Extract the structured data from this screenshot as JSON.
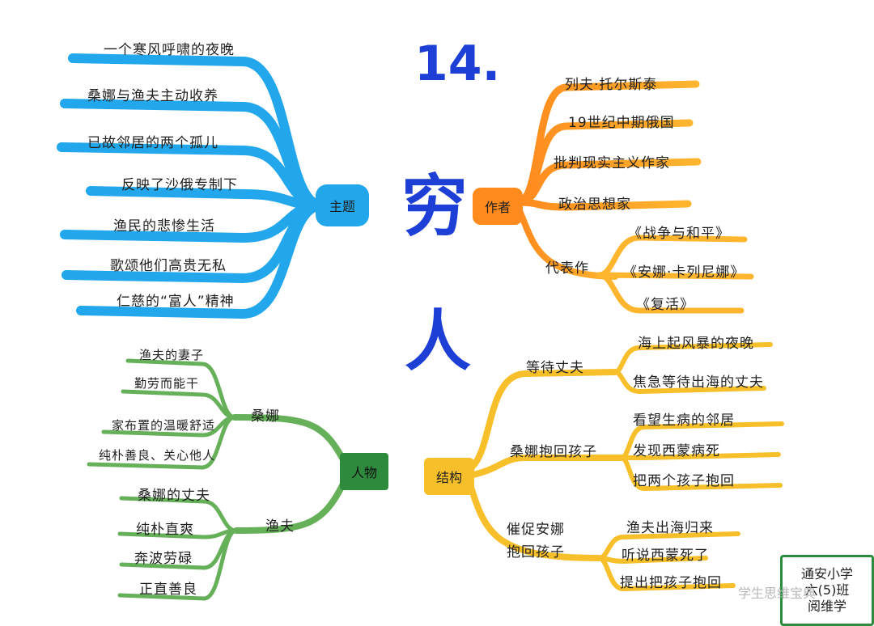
{
  "title": {
    "number": "14.",
    "chars": [
      "穷",
      "人"
    ]
  },
  "colors": {
    "title": "#1d3fd6",
    "theme_branch": "#22a7ec",
    "author_branch_start": "#ff8a1e",
    "author_branch_end": "#ffb52e",
    "structure_branch": "#f7bf2a",
    "characters_branch": "#66b05a",
    "characters_hub": "#2e8b3e"
  },
  "theme": {
    "hub": "主题",
    "items": [
      "一个寒风呼啸的夜晚",
      "桑娜与渔夫主动收养",
      "已故邻居的两个孤儿",
      "反映了沙俄专制下",
      "渔民的悲惨生活",
      "歌颂他们高贵无私",
      "仁慈的“富人”精神"
    ]
  },
  "author": {
    "hub": "作者",
    "items": [
      "列夫·托尔斯泰",
      "19世纪中期俄国",
      "批判现实主义作家",
      "政治思想家"
    ],
    "works_label": "代表作",
    "works": [
      "《战争与和平》",
      "《安娜·卡列尼娜》",
      "《复活》"
    ]
  },
  "characters": {
    "hub": "人物",
    "sangna": {
      "label": "桑娜",
      "traits": [
        "渔夫的妻子",
        "勤劳而能干",
        "家布置的温暖舒适",
        "纯朴善良、关心他人"
      ]
    },
    "yufu": {
      "label": "渔夫",
      "traits": [
        "桑娜的丈夫",
        "纯朴直爽",
        "奔波劳碌",
        "正直善良"
      ]
    }
  },
  "structure": {
    "hub": "结构",
    "sections": [
      {
        "label": "等待丈夫",
        "items": [
          "海上起风暴的夜晚",
          "焦急等待出海的丈夫"
        ]
      },
      {
        "label": "桑娜抱回孩子",
        "items": [
          "看望生病的邻居",
          "发现西蒙病死",
          "把两个孩子抱回"
        ]
      },
      {
        "label_lines": [
          "催促安娜",
          "抱回孩子"
        ],
        "items": [
          "渔夫出海归来",
          "听说西蒙死了",
          "提出把孩子抱回"
        ]
      }
    ]
  },
  "stamp": {
    "lines": [
      "通安小学",
      "六(5)班",
      "阅维学"
    ]
  },
  "watermark": "学生思维宝典"
}
